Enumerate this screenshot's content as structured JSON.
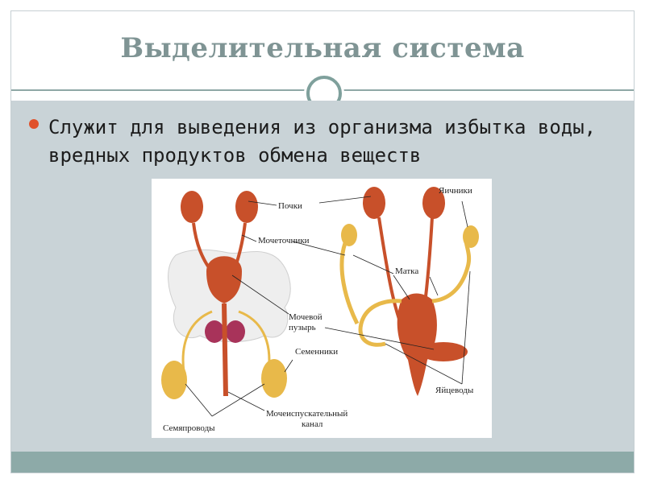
{
  "slide": {
    "title": "Выделительная система",
    "bullet_text": "Служит для выведения из организма избытка воды, вредных продуктов обмена веществ"
  },
  "figure": {
    "labels": {
      "kidneys": "Почки",
      "ureters": "Мочеточники",
      "bladder_line1": "Мочевой",
      "bladder_line2": "пузырь",
      "testes": "Семенники",
      "vas_deferens": "Семяпроводы",
      "urethra_line1": "Мочеиспускательный",
      "urethra_line2": "канал",
      "ovaries": "Яичники",
      "uterus": "Матка",
      "oviducts": "Яйцеводы"
    }
  },
  "colors": {
    "title": "#7f9494",
    "content_band": "#c9d3d7",
    "bottom_band": "#8daaa8",
    "bullet": "#e0512b",
    "organ": "#c8502a",
    "yellow_organ": "#e8b94a"
  }
}
